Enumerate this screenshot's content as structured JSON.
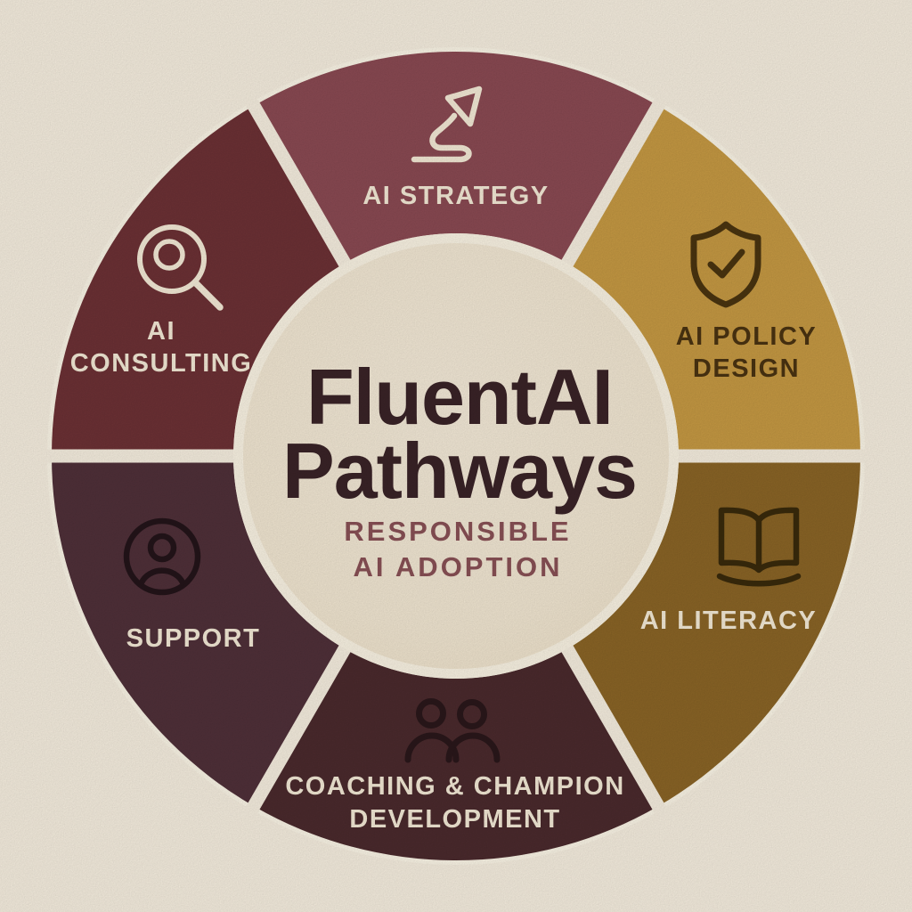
{
  "background_color": "#f8f0e1",
  "wheel": {
    "outer_rim_color": "#fdf7e8",
    "gap_color": "#f8f0e1",
    "center": {
      "rim_color": "#fcf5e5",
      "fill_color": "#f3e8d3",
      "title_line1": "FluentAI",
      "title_line2": "Pathways",
      "title_color": "#3a2327",
      "subtitle_line1": "RESPONSIBLE",
      "subtitle_line2": "AI ADOPTION",
      "subtitle_color": "#8a5156"
    },
    "segments": [
      {
        "name": "AI Strategy",
        "position": "top",
        "lines": [
          "AI STRATEGY"
        ],
        "icon": "winding-arrow-up-icon",
        "color": "#8b4a53",
        "label_color": "#f6ecd8",
        "icon_color": "#f6ecd8"
      },
      {
        "name": "AI Policy Design",
        "position": "upper-right",
        "lines": [
          "AI POLICY",
          "DESIGN"
        ],
        "icon": "shield-check-icon",
        "color": "#c79a43",
        "label_color": "#4a3311",
        "icon_color": "#4a340f"
      },
      {
        "name": "AI Literacy",
        "position": "lower-right",
        "lines": [
          "AI LITERACY"
        ],
        "icon": "open-book-icon",
        "color": "#8b6526",
        "label_color": "#f6ecd8",
        "icon_color": "#392a0b"
      },
      {
        "name": "Coaching & Champion Development",
        "position": "bottom",
        "lines": [
          "COACHING & CHAMPION",
          "DEVELOPMENT"
        ],
        "icon": "two-people-icon",
        "color": "#4b2a2d",
        "label_color": "#f6ecd8",
        "icon_color": "#2a171a"
      },
      {
        "name": "Support",
        "position": "lower-left",
        "lines": [
          "SUPPORT"
        ],
        "icon": "person-circle-icon",
        "color": "#503039",
        "label_color": "#f6ecd8",
        "icon_color": "#231419"
      },
      {
        "name": "AI Consulting",
        "position": "upper-left",
        "lines": [
          "AI",
          "CONSULTING"
        ],
        "icon": "magnifying-glass-icon",
        "color": "#6d3135",
        "label_color": "#f6ecd8",
        "icon_color": "#f6ecd8"
      }
    ]
  }
}
